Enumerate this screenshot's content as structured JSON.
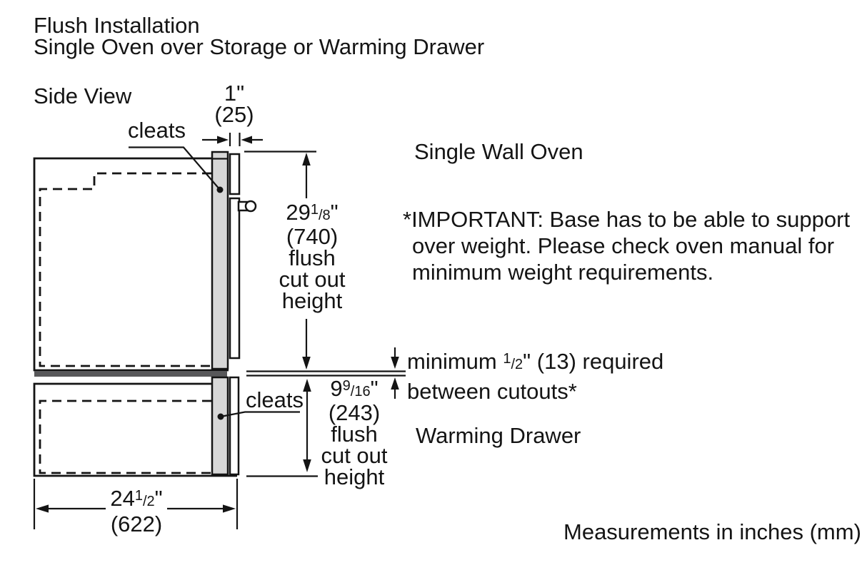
{
  "title": {
    "line1": "Flush Installation",
    "line2": "Single Oven over Storage or Warming Drawer"
  },
  "view_label": "Side View",
  "labels": {
    "cleats_top": "cleats",
    "cleats_bottom": "cleats",
    "single_wall_oven": "Single Wall Oven",
    "warming_drawer": "Warming Drawer",
    "footer": "Measurements in inches (mm)"
  },
  "important_note": {
    "line1": "*IMPORTANT: Base has to be able to support",
    "line2": "over weight. Please check oven manual for",
    "line3": "minimum weight requirements."
  },
  "gap_note": {
    "pre": "minimum ",
    "sup": "1",
    "small": "/2",
    "post": "\" (13) required",
    "line2": "between cutouts*"
  },
  "dimensions": {
    "door_thickness": {
      "inches": "1\"",
      "mm": "(25)"
    },
    "oven_cutout": {
      "whole": "29",
      "sup": "1",
      "small": "/8",
      "quote": "\"",
      "mm": "(740)",
      "caption1": "flush",
      "caption2": "cut out",
      "caption3": "height"
    },
    "drawer_cutout": {
      "whole": "9",
      "sup": "9",
      "small": "/16",
      "quote": "\"",
      "mm": "(243)",
      "caption1": "flush",
      "caption2": "cut out",
      "caption3": "height"
    },
    "cabinet_depth": {
      "whole": "24",
      "sup": "1",
      "small": "/2",
      "quote": "\"",
      "mm": "(622)"
    }
  },
  "colors": {
    "line": "#141414",
    "cleat_fill": "#d7d7d7",
    "divider_fill": "#58585a",
    "background": "#ffffff"
  }
}
